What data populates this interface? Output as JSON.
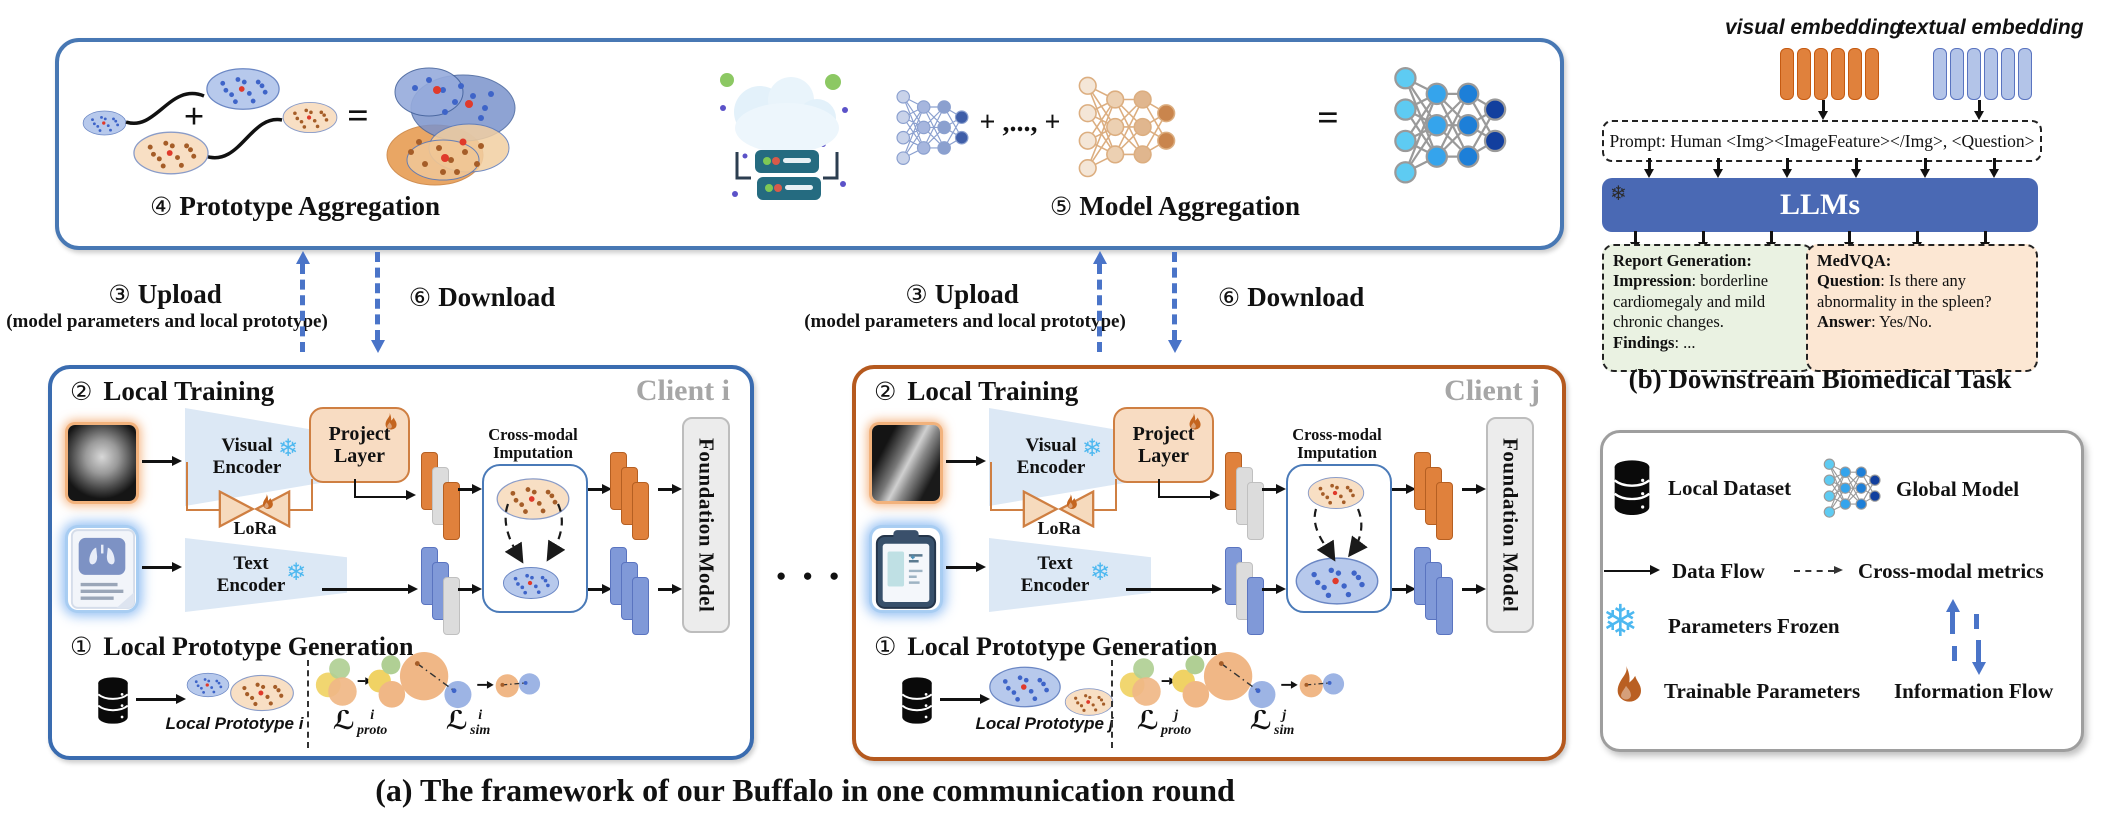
{
  "icons": {
    "snowflake": "❄"
  },
  "server_box": {
    "plus": "+",
    "equals": "=",
    "plus_series": "+ ,..., +",
    "proto_agg": {
      "num": "④",
      "text": "Prototype Aggregation"
    },
    "model_agg": {
      "num": "⑤",
      "text": "Model Aggregation"
    }
  },
  "transfer": {
    "upload": {
      "num": "③",
      "text": "Upload",
      "sub": "(model parameters and local prototype)"
    },
    "download": {
      "num": "⑥",
      "text": "Download"
    }
  },
  "clients": [
    {
      "name": "Client i",
      "training": {
        "num": "②",
        "text": "Local Training"
      },
      "visual_encoder": {
        "l1": "Visual",
        "l2": "Encoder"
      },
      "project_layer": {
        "l1": "Project",
        "l2": "Layer"
      },
      "lora": "LoRa",
      "text_encoder": {
        "l1": "Text",
        "l2": "Encoder"
      },
      "imputation": {
        "l1": "Cross-modal",
        "l2": "Imputation"
      },
      "foundation": "Foundation Model",
      "proto_gen": {
        "num": "①",
        "text": "Local Prototype Generation"
      },
      "local_proto": "Local Prototype i",
      "loss_proto": {
        "l": "ℒ",
        "sup": "i",
        "sub": "proto"
      },
      "loss_sim": {
        "l": "ℒ",
        "sup": "i",
        "sub": "sim"
      }
    },
    {
      "name": "Client j",
      "training": {
        "num": "②",
        "text": "Local Training"
      },
      "visual_encoder": {
        "l1": "Visual",
        "l2": "Encoder"
      },
      "project_layer": {
        "l1": "Project",
        "l2": "Layer"
      },
      "lora": "LoRa",
      "text_encoder": {
        "l1": "Text",
        "l2": "Encoder"
      },
      "imputation": {
        "l1": "Cross-modal",
        "l2": "Imputation"
      },
      "foundation": "Foundation Model",
      "proto_gen": {
        "num": "①",
        "text": "Local Prototype Generation"
      },
      "local_proto": "Local Prototype j",
      "loss_proto": {
        "l": "ℒ",
        "sup": "j",
        "sub": "proto"
      },
      "loss_sim": {
        "l": "ℒ",
        "sup": "j",
        "sub": "sim"
      }
    }
  ],
  "separator_dots": "● ● ●",
  "panel_b": {
    "visual_embedding": "visual embedding",
    "textual_embedding": "textual embedding",
    "prompt": "Prompt: Human <Img><ImageFeature></Img>, <Question>",
    "llms": "LLMs",
    "report": {
      "title": "Report Generation:",
      "lines": [
        {
          "b": "Impression",
          "t": ": borderline cardiomegaly and mild chronic changes."
        },
        {
          "b": "Findings",
          "t": ": ..."
        }
      ]
    },
    "medvqa": {
      "title": "MedVQA:",
      "lines": [
        {
          "b": "Question",
          "t": ": Is there any abnormality in the spleen?"
        },
        {
          "b": "Answer",
          "t": ": Yes/No."
        }
      ]
    },
    "caption": "(b) Downstream Biomedical Task"
  },
  "legend": {
    "local_dataset": "Local Dataset",
    "global_model": "Global Model",
    "data_flow": "Data Flow",
    "cross_modal": "Cross-modal metrics",
    "frozen": "Parameters Frozen",
    "trainable": "Trainable Parameters",
    "info_flow": "Information Flow"
  },
  "caption_a": "(a) The framework of our Buffalo in one communication round"
}
